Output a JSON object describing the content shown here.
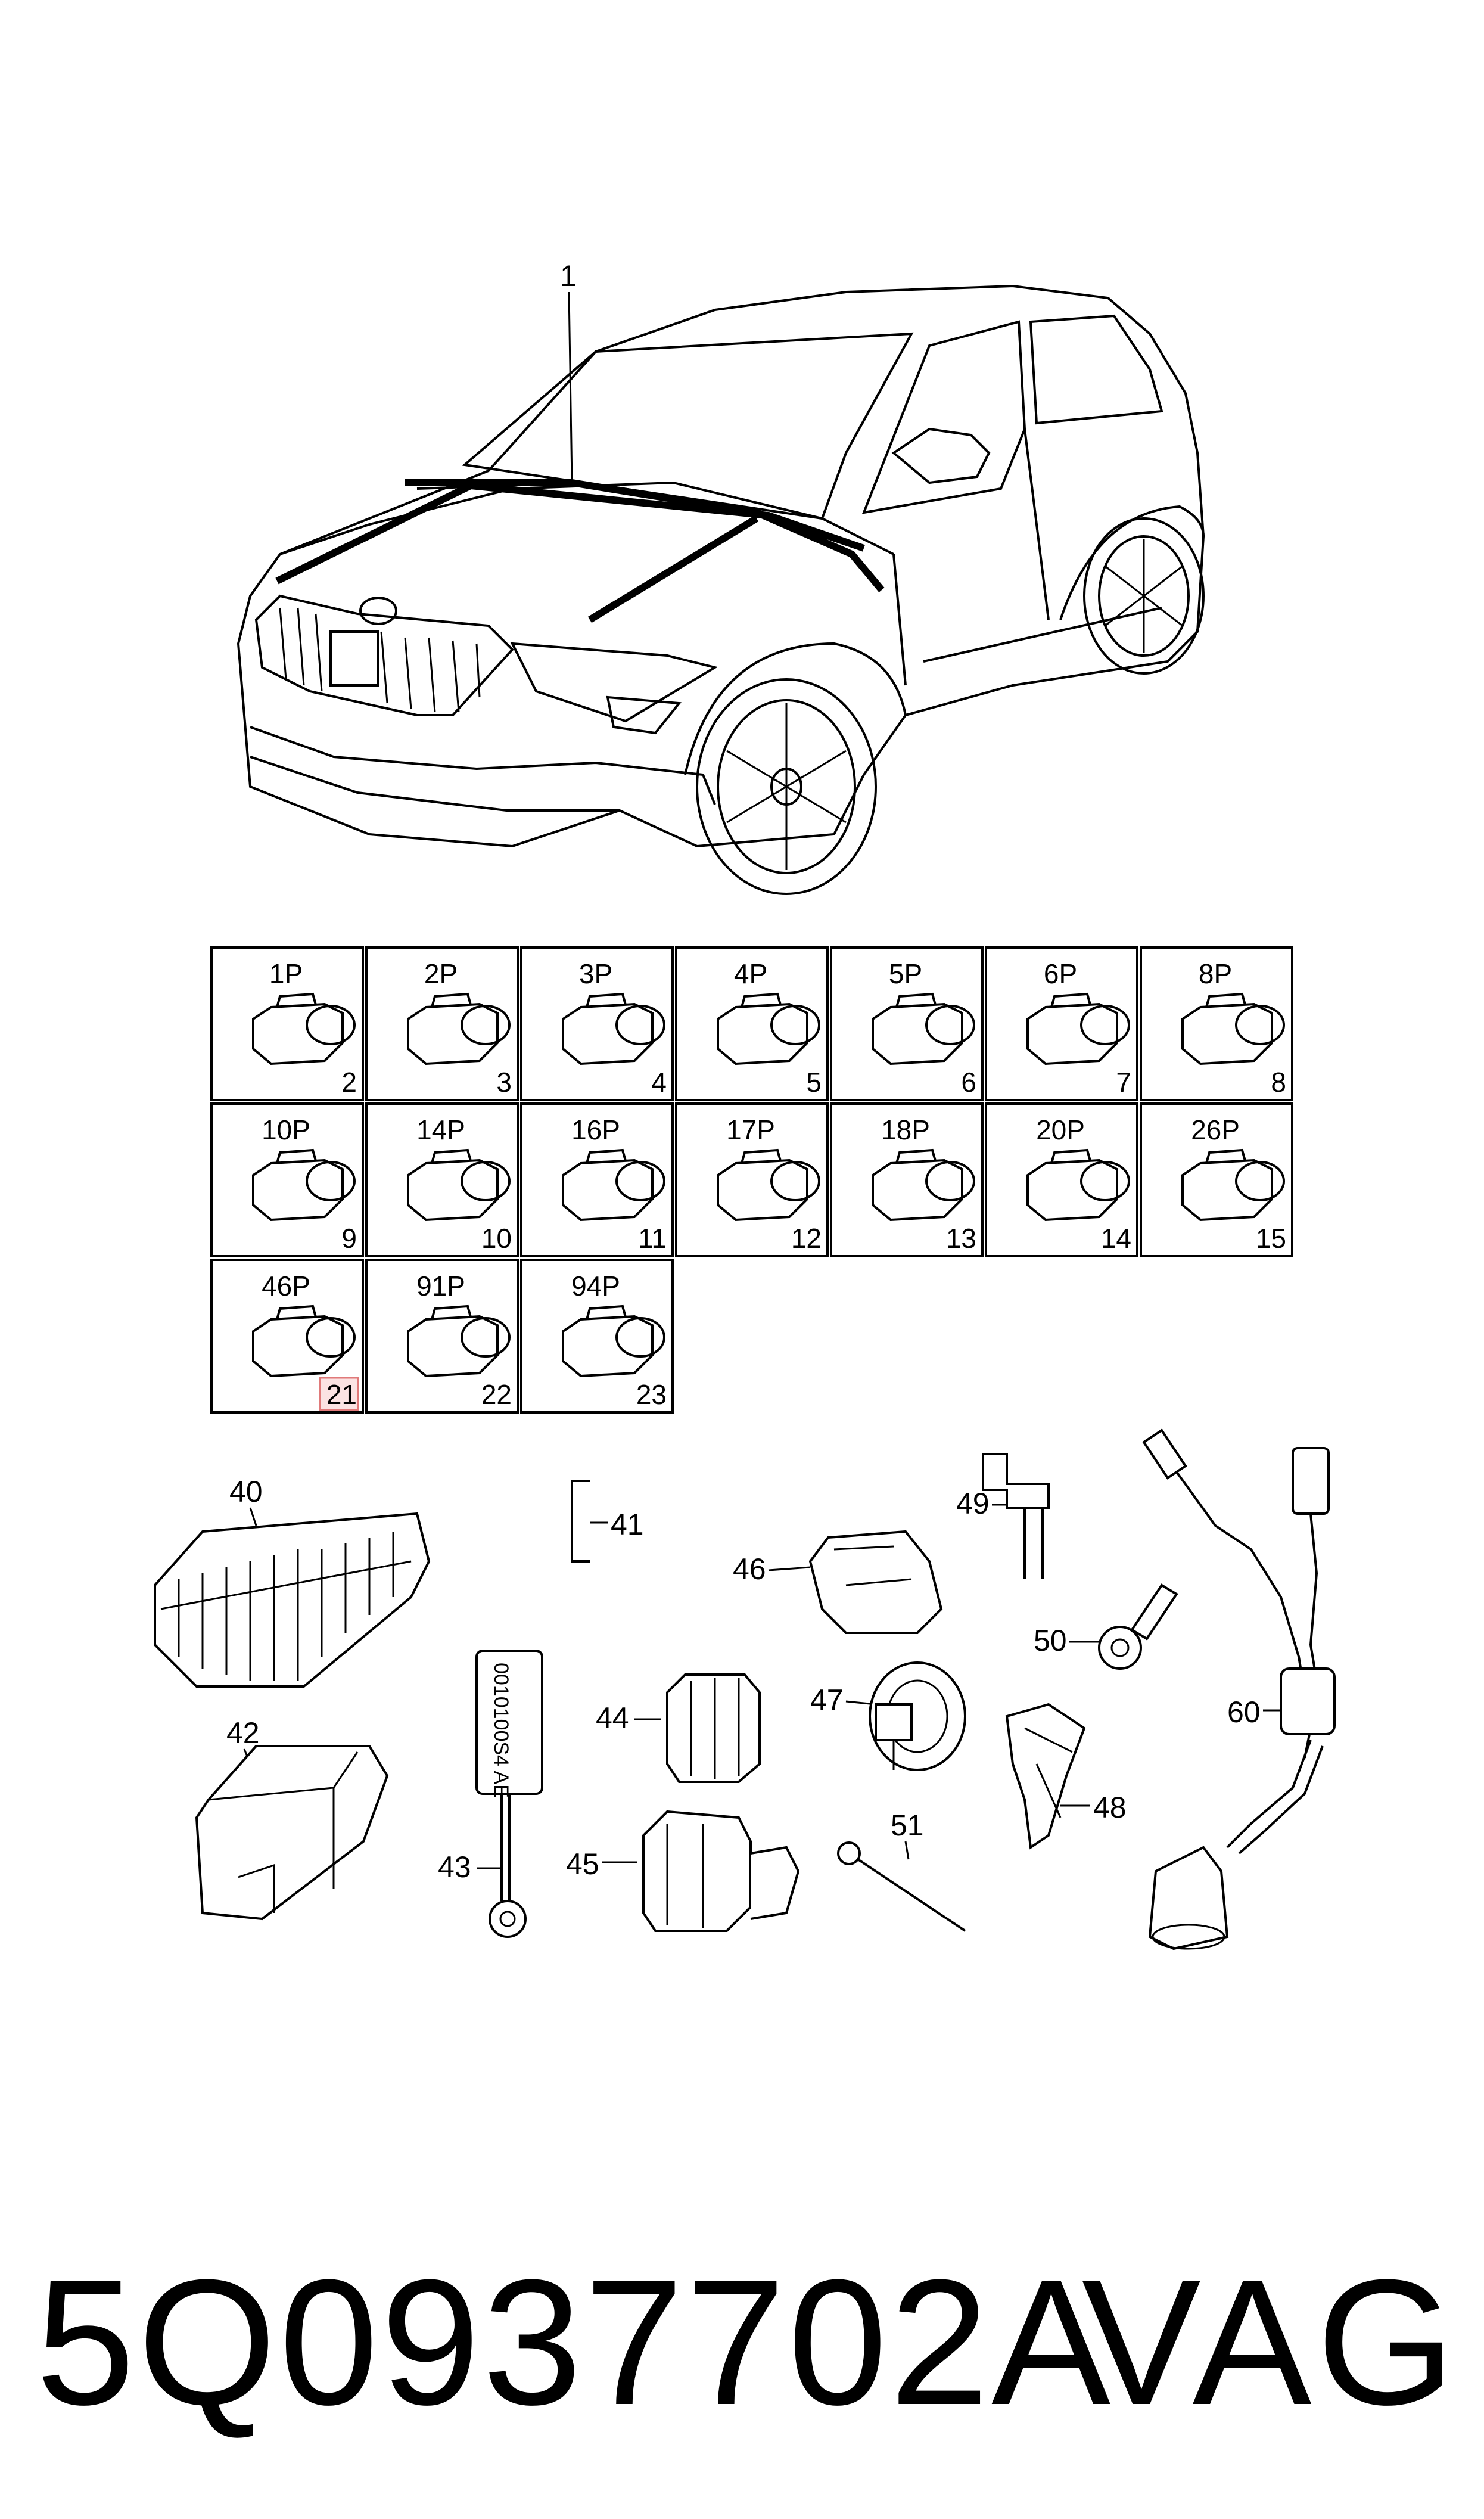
{
  "vehicle": {
    "callout": "1"
  },
  "connector_grid": [
    {
      "label": "1P",
      "number": "2"
    },
    {
      "label": "2P",
      "number": "3"
    },
    {
      "label": "3P",
      "number": "4"
    },
    {
      "label": "4P",
      "number": "5"
    },
    {
      "label": "5P",
      "number": "6"
    },
    {
      "label": "6P",
      "number": "7"
    },
    {
      "label": "8P",
      "number": "8"
    },
    {
      "label": "10P",
      "number": "9"
    },
    {
      "label": "14P",
      "number": "10"
    },
    {
      "label": "16P",
      "number": "11"
    },
    {
      "label": "17P",
      "number": "12"
    },
    {
      "label": "18P",
      "number": "13"
    },
    {
      "label": "20P",
      "number": "14"
    },
    {
      "label": "26P",
      "number": "15"
    },
    {
      "label": "46P",
      "number": "21",
      "highlighted": true
    },
    {
      "label": "91P",
      "number": "22"
    },
    {
      "label": "94P",
      "number": "23"
    }
  ],
  "parts": {
    "p40": "40",
    "p41": "41",
    "p42": "42",
    "p43": "43",
    "p44": "44",
    "p45": "45",
    "p46": "46",
    "p47": "47",
    "p48": "48",
    "p49": "49",
    "p50": "50",
    "p51": "51",
    "p60": "60"
  },
  "label_43_text": "0010100S4 AE",
  "colors": {
    "highlight_border": "#e07a7a",
    "highlight_fill": "#fbe3e3"
  },
  "footer": {
    "part_number": "5Q0937702A",
    "brand": "VAG"
  }
}
